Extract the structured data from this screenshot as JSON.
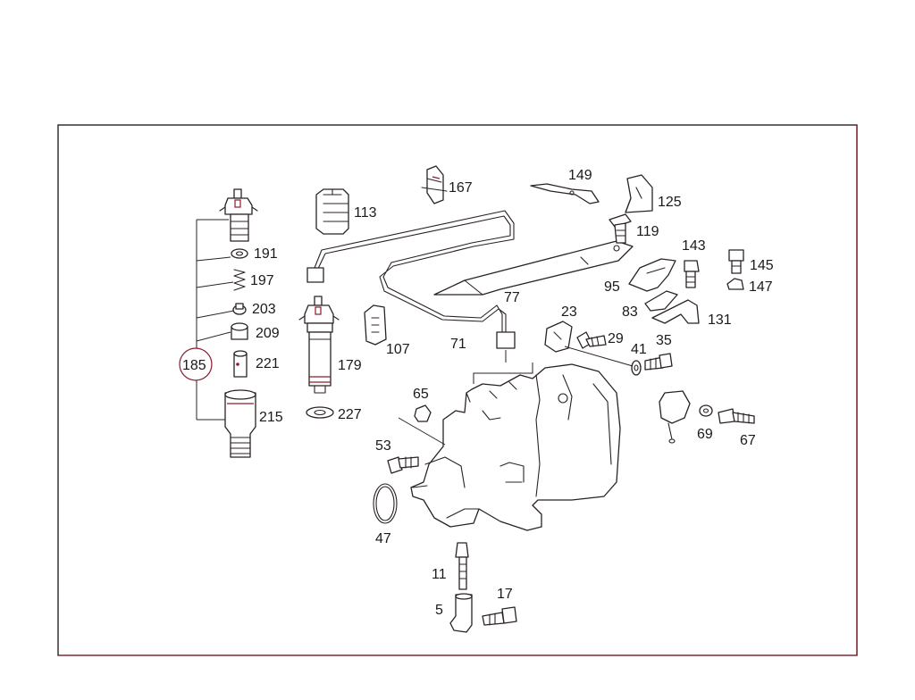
{
  "colors": {
    "ink": "#2a2226",
    "accent": "#8a1c2c",
    "background": "#ffffff"
  },
  "labels": {
    "p5": "5",
    "p11": "11",
    "p17": "17",
    "p23": "23",
    "p29": "29",
    "p35": "35",
    "p41": "41",
    "p47": "47",
    "p53": "53",
    "p65": "65",
    "p67": "67",
    "p69": "69",
    "p71": "71",
    "p77": "77",
    "p83": "83",
    "p95": "95",
    "p107": "107",
    "p113": "113",
    "p119": "119",
    "p125": "125",
    "p131": "131",
    "p143": "143",
    "p145": "145",
    "p147": "147",
    "p149": "149",
    "p167": "167",
    "p179": "179",
    "p185": "185",
    "p191": "191",
    "p197": "197",
    "p203": "203",
    "p209": "209",
    "p215": "215",
    "p221": "221",
    "p227": "227"
  }
}
